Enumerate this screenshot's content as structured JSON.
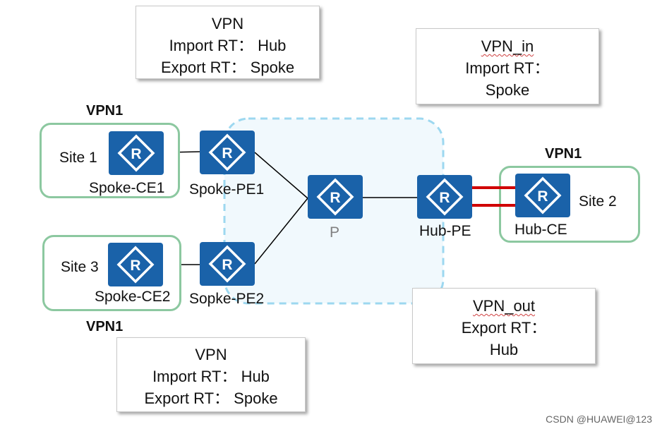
{
  "colors": {
    "router": "#1a62a9",
    "site_border": "#8cc8a0",
    "core_dash": "#9dd8f0",
    "hub_link": "#d00000"
  },
  "box_top_left": {
    "line1": "VPN",
    "line2": "Import RT：  Hub",
    "line3": "Export RT：  Spoke"
  },
  "box_vpn_in": {
    "line1": "VPN_in",
    "line2": "Import RT：",
    "line3": "Spoke"
  },
  "box_vpn_out": {
    "line1": "VPN_out",
    "line2": "Export RT：",
    "line3": "Hub"
  },
  "box_bottom_left": {
    "line1": "VPN",
    "line2": "Import RT：  Hub",
    "line3": "Export RT：  Spoke"
  },
  "vpn_labels": {
    "site1": "VPN1",
    "site2": "VPN1",
    "site3": "VPN1"
  },
  "sites": {
    "site1": "Site 1",
    "site2": "Site 2",
    "site3": "Site 3"
  },
  "devices": {
    "spoke_ce1": "Spoke-CE1",
    "spoke_pe1": "Spoke-PE1",
    "p": "P",
    "hub_pe": "Hub-PE",
    "hub_ce": "Hub-CE",
    "spoke_ce2": "Spoke-CE2",
    "spoke_pe2": "Sopke-PE2"
  },
  "watermark": "CSDN @HUAWEI@123"
}
